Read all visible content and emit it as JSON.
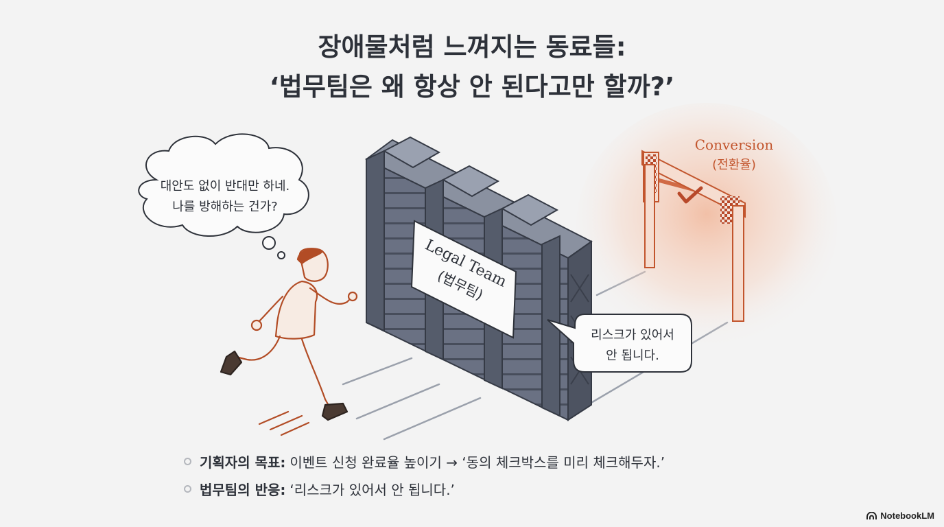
{
  "title": {
    "line1": "장애물처럼 느껴지는 동료들:",
    "line2": "‘법무팀은 왜 항상 안 된다고만 할까?’"
  },
  "thought_bubble": {
    "line1": "대안도 없이 반대만 하네.",
    "line2": "나를 방해하는 건가?"
  },
  "legal_sign": {
    "line1": "Legal Team",
    "line2": "(법무팀)"
  },
  "speech_bubble": {
    "line1": "리스크가 있어서",
    "line2": "안 됩니다."
  },
  "goal_gate": {
    "label_en": "Conversion",
    "label_ko": "(전환율)"
  },
  "bullets": [
    {
      "label": "기획자의 목표:",
      "text": "이벤트 신청 완료율 높이기 → ‘동의 체크박스를 미리 체크해두자.’"
    },
    {
      "label": "법무팀의 반응:",
      "text": "‘리스크가 있어서 안 됩니다.’"
    }
  ],
  "brand": {
    "name": "NotebookLM"
  },
  "colors": {
    "accent": "#c2552d",
    "wall": "#5f6677",
    "ink": "#2d3139",
    "background": "#f3f3f3"
  }
}
